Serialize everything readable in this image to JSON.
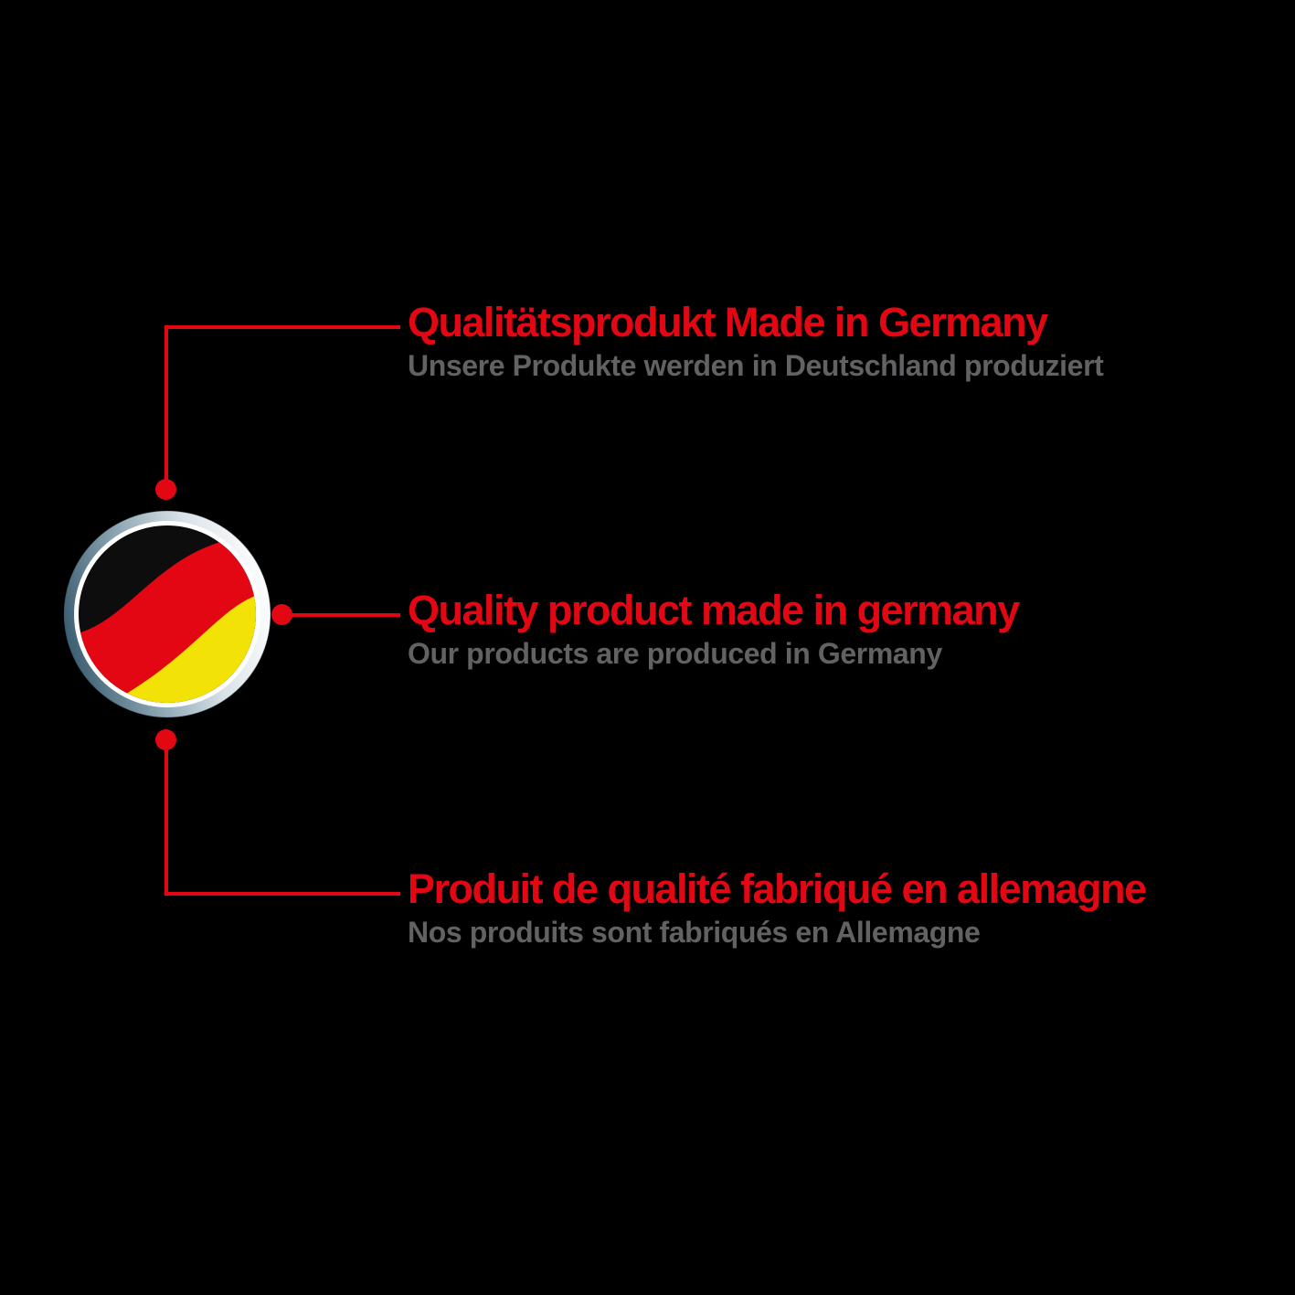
{
  "title": "Quality product made in Germany infographic",
  "colors": {
    "background": "#000000",
    "accent_red": "#e30613",
    "subtitle_gray": "#616264",
    "flag_black": "#0d0d0d",
    "flag_red": "#e30613",
    "flag_yellow": "#f2e205",
    "ring_dark": "#3a5c6f",
    "ring_mid": "#92aab7",
    "ring_light": "#dbe3e8",
    "ring_white": "#ffffff",
    "inner_ring_white": "#ffffff"
  },
  "badge": {
    "icon": "germany-flag-icon",
    "description_stripes": [
      "black",
      "red",
      "yellow"
    ]
  },
  "items": [
    {
      "lang": "de",
      "title": "Qualitätsprodukt Made in Germany",
      "subtitle": "Unsere Produkte werden in Deutschland produziert"
    },
    {
      "lang": "en",
      "title": "Quality product made in germany",
      "subtitle": "Our products are produced in Germany"
    },
    {
      "lang": "fr",
      "title": "Produit de qualité fabriqué en allemagne",
      "subtitle": "Nos produits sont fabriqués en Allemagne"
    }
  ]
}
